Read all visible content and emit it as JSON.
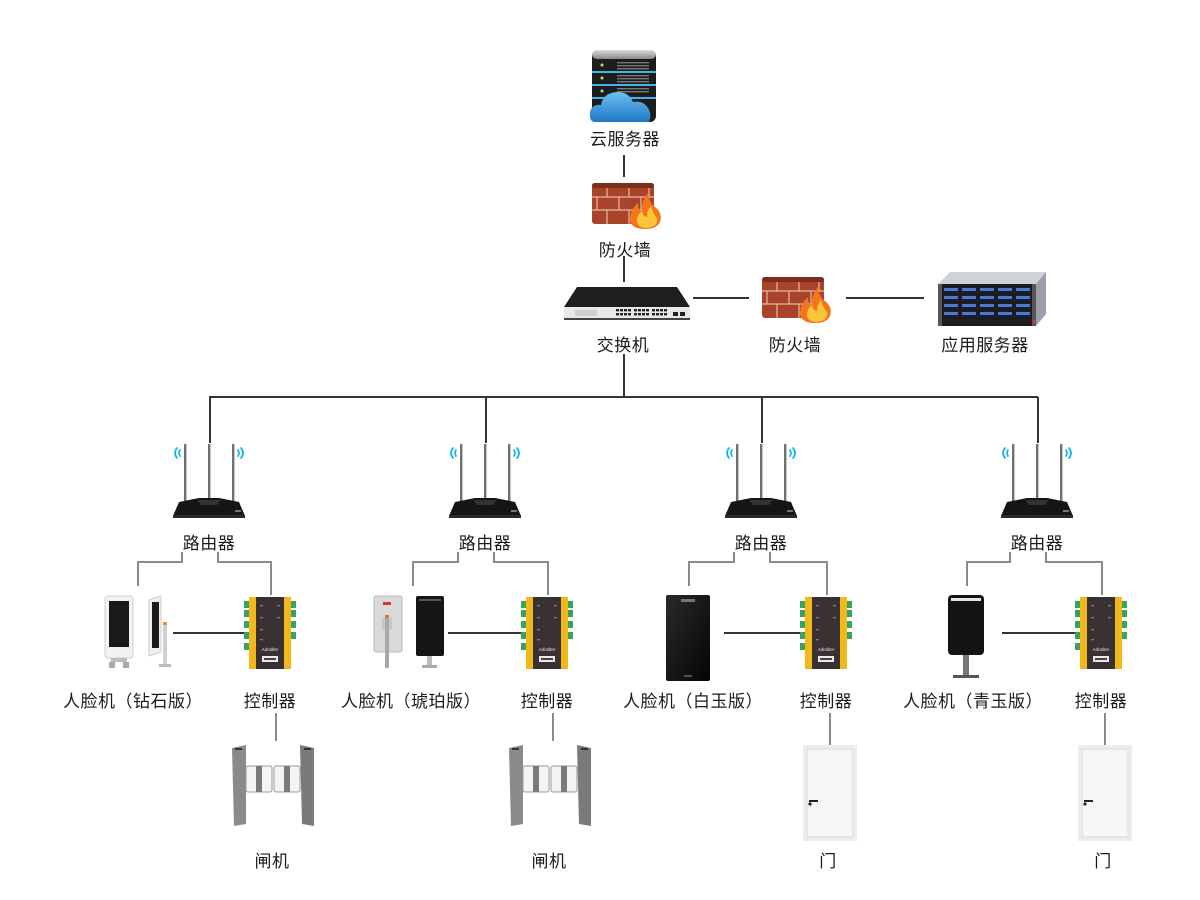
{
  "diagram": {
    "top": {
      "cloud_server": {
        "label": "云服务器",
        "icon": "cloud-server-icon"
      },
      "firewall_top": {
        "label": "防火墙",
        "icon": "firewall-icon"
      },
      "switch": {
        "label": "交换机",
        "icon": "network-switch-icon"
      },
      "firewall_side": {
        "label": "防火墙",
        "icon": "firewall-icon"
      },
      "app_server": {
        "label": "应用服务器",
        "icon": "rack-server-icon"
      }
    },
    "branches": [
      {
        "router": "路由器",
        "face": "人脸机（钻石版）",
        "controller": "控制器",
        "endpoint": "闸机",
        "endpoint_type": "turnstile"
      },
      {
        "router": "路由器",
        "face": "人脸机（琥珀版）",
        "controller": "控制器",
        "endpoint": "闸机",
        "endpoint_type": "turnstile"
      },
      {
        "router": "路由器",
        "face": "人脸机（白玉版）",
        "controller": "控制器",
        "endpoint": "门",
        "endpoint_type": "door"
      },
      {
        "router": "路由器",
        "face": "人脸机（青玉版）",
        "controller": "控制器",
        "endpoint": "门",
        "endpoint_type": "door"
      }
    ],
    "controller_brand": "Adrollter",
    "colors": {
      "line": "#333333",
      "line_light": "#8a8a8a",
      "cloud": "#2e8fd6",
      "brick": "#a9432a",
      "flame": "#f39a1e",
      "wifi": "#19b5e8",
      "controller_yellow": "#f0b81a",
      "controller_body": "#3a3232",
      "terminal_green": "#3aa35a"
    }
  }
}
